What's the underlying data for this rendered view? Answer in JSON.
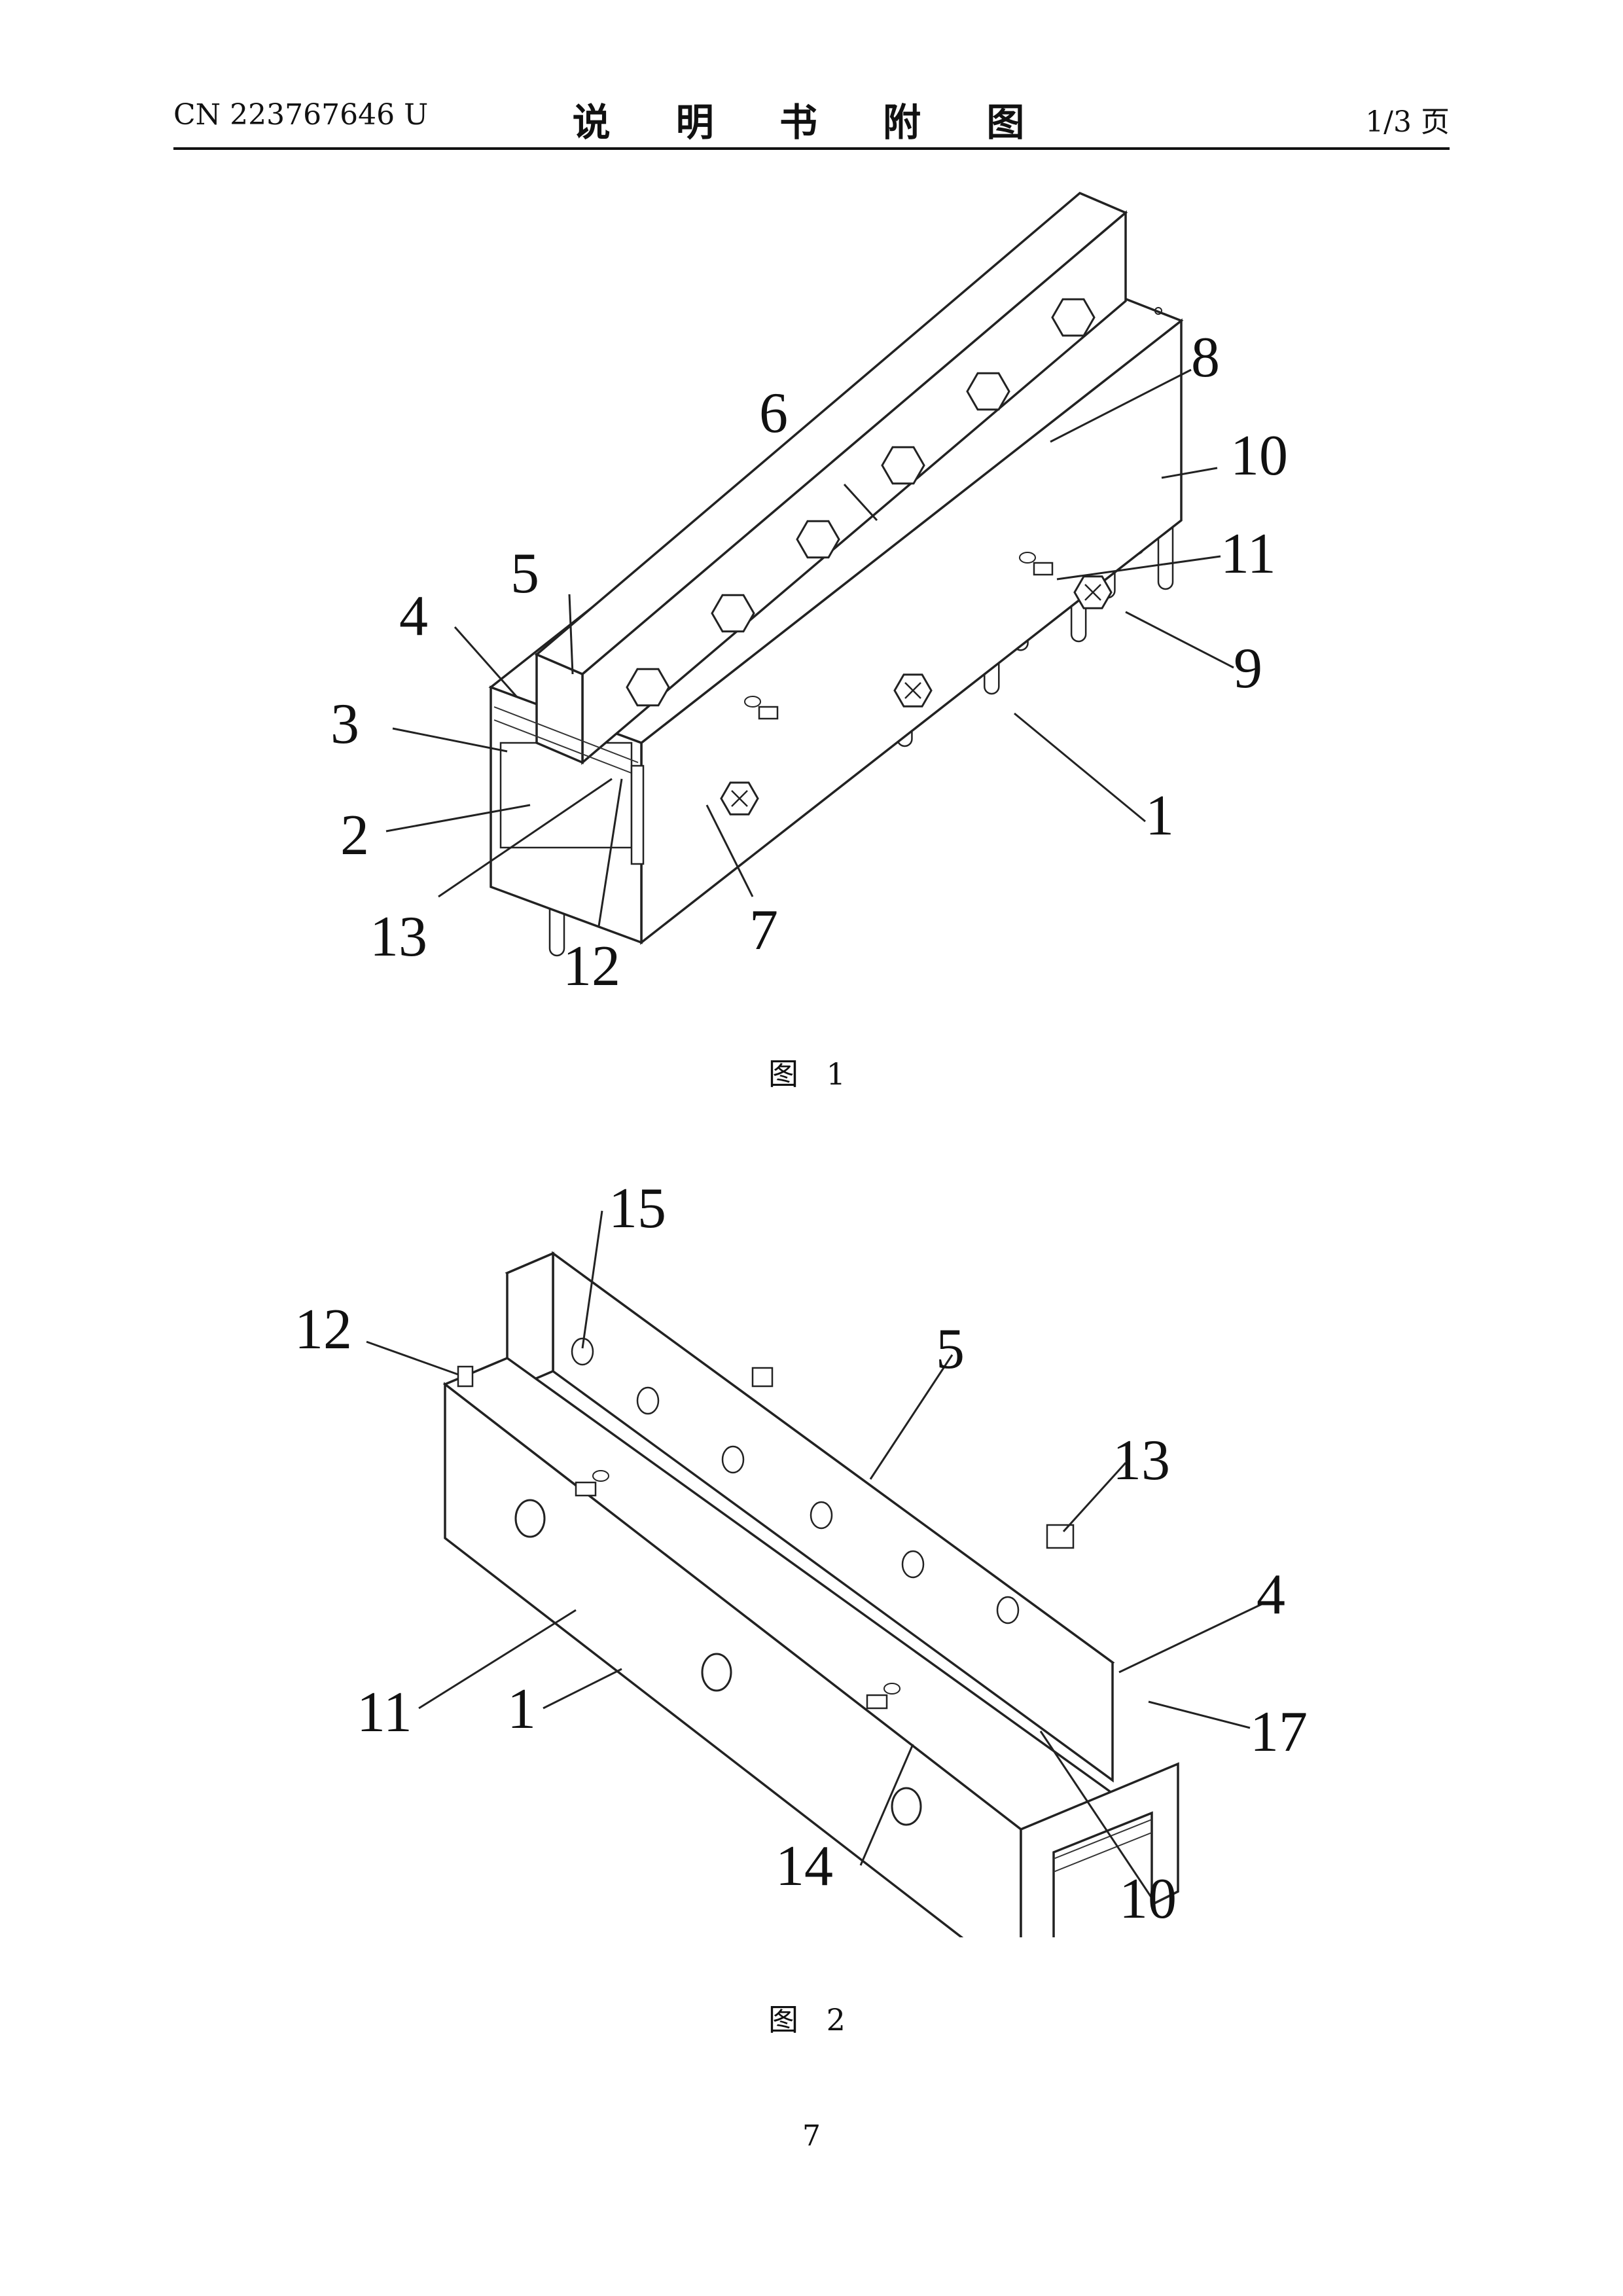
{
  "header": {
    "patent_number": "CN 223767646 U",
    "title": "说 明 书 附 图",
    "page_of": "1/3 页"
  },
  "figures": [
    {
      "caption": "图 1",
      "labels": [
        "8",
        "6",
        "10",
        "5",
        "11",
        "4",
        "9",
        "3",
        "2",
        "1",
        "13",
        "7",
        "12"
      ]
    },
    {
      "caption": "图 2",
      "labels": [
        "15",
        "12",
        "5",
        "13",
        "4",
        "11",
        "1",
        "17",
        "14",
        "10"
      ]
    }
  ],
  "page_number": "7"
}
